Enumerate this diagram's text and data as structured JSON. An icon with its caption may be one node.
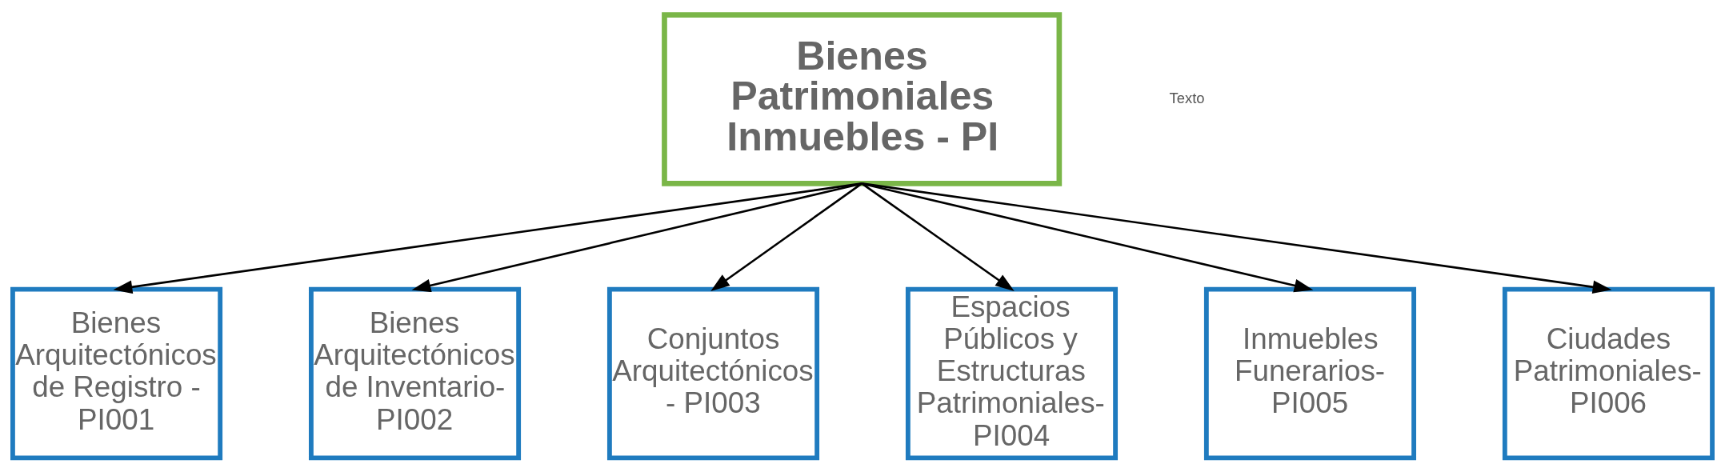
{
  "diagram": {
    "nodes": [
      {
        "text": [
          "Bienes Patrimoniales Inmuebles - PI"
        ]
      },
      {
        "text": [
          "Bienes Arquitectónicos de Registro - PI001"
        ]
      },
      {
        "text": [
          "Bienes Arquitectónicos de Inventario- PI002"
        ]
      },
      {
        "text": [
          "Conjuntos Arquitectónicos - PI003"
        ]
      },
      {
        "text": [
          "Espacios Públicos y Estructuras Patrimoniales- PI004"
        ]
      },
      {
        "text": [
          "Inmuebles Funerarios- PI005"
        ]
      },
      {
        "text": [
          "Ciudades Patrimoniales- PI006"
        ]
      }
    ],
    "edges": [
      {
        "from": 0,
        "to": 1,
        "arrow": "to"
      },
      {
        "from": 0,
        "to": 2,
        "arrow": "to"
      },
      {
        "from": 0,
        "to": 3,
        "arrow": "to"
      },
      {
        "from": 0,
        "to": 4,
        "arrow": "to"
      },
      {
        "from": 0,
        "to": 5,
        "arrow": "to"
      },
      {
        "from": 0,
        "to": 6,
        "arrow": "to"
      }
    ],
    "labels": [
      "Texto"
    ]
  }
}
